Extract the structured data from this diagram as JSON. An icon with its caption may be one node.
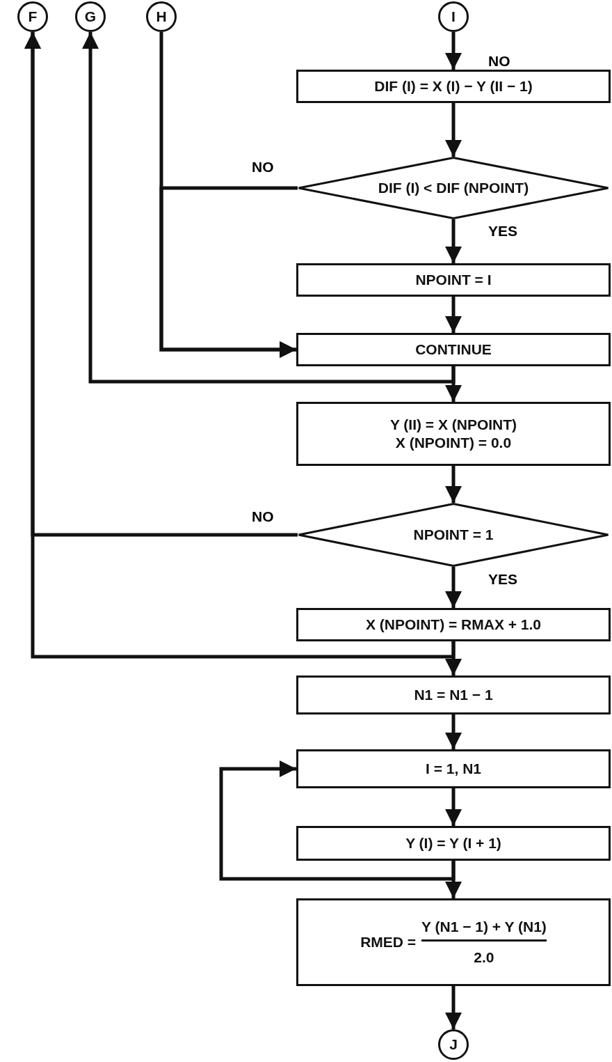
{
  "diagram": {
    "nodes": [
      {
        "text": [
          "F"
        ]
      },
      {
        "text": [
          "G"
        ]
      },
      {
        "text": [
          "H"
        ]
      },
      {
        "text": [
          "I"
        ]
      },
      {
        "text": [
          "DIF (I) = X (I) − Y (II − 1)"
        ]
      },
      {
        "text": [
          "DIF (I) < DIF (NPOINT)"
        ]
      },
      {
        "text": [
          "NPOINT = I"
        ]
      },
      {
        "text": [
          "CONTINUE"
        ]
      },
      {
        "text": [
          "Y (II) = X (NPOINT)",
          "X (NPOINT) = 0.0"
        ]
      },
      {
        "text": [
          "NPOINT = 1"
        ]
      },
      {
        "text": [
          "X (NPOINT) = RMAX + 1.0"
        ]
      },
      {
        "text": [
          "N1 =  N1 − 1"
        ]
      },
      {
        "text": [
          "I = 1, N1"
        ]
      },
      {
        "text": [
          "Y (I) = Y (I + 1)"
        ]
      },
      {
        "text": [
          "RMED =",
          "Y (N1 − 1) + Y (N1)",
          "2.0"
        ]
      },
      {
        "text": [
          "J"
        ]
      }
    ],
    "edges": [
      {
        "from": 3,
        "to": 4,
        "arrow": "to",
        "label": "NO"
      },
      {
        "from": 4,
        "to": 5,
        "arrow": "to"
      },
      {
        "from": 5,
        "to": 7,
        "arrow": "to",
        "label": "NO"
      },
      {
        "from": 2,
        "to": 7,
        "arrow": "to"
      },
      {
        "from": 5,
        "to": 6,
        "arrow": "to",
        "label": "YES"
      },
      {
        "from": 6,
        "to": 7,
        "arrow": "to"
      },
      {
        "from": 7,
        "to": 8,
        "arrow": "to"
      },
      {
        "from": 7,
        "to": 1,
        "arrow": "to"
      },
      {
        "from": 8,
        "to": 9,
        "arrow": "to"
      },
      {
        "from": 9,
        "to": 0,
        "arrow": "to",
        "label": "NO"
      },
      {
        "from": 9,
        "to": 10,
        "arrow": "to",
        "label": "YES"
      },
      {
        "from": 10,
        "to": 11,
        "arrow": "to"
      },
      {
        "from": 10,
        "to": 0,
        "arrow": "to"
      },
      {
        "from": 11,
        "to": 12,
        "arrow": "to"
      },
      {
        "from": 12,
        "to": 13,
        "arrow": "to"
      },
      {
        "from": 13,
        "to": 14,
        "arrow": "to"
      },
      {
        "from": 13,
        "to": 12,
        "arrow": "to"
      },
      {
        "from": 14,
        "to": 15,
        "arrow": "to"
      }
    ]
  }
}
